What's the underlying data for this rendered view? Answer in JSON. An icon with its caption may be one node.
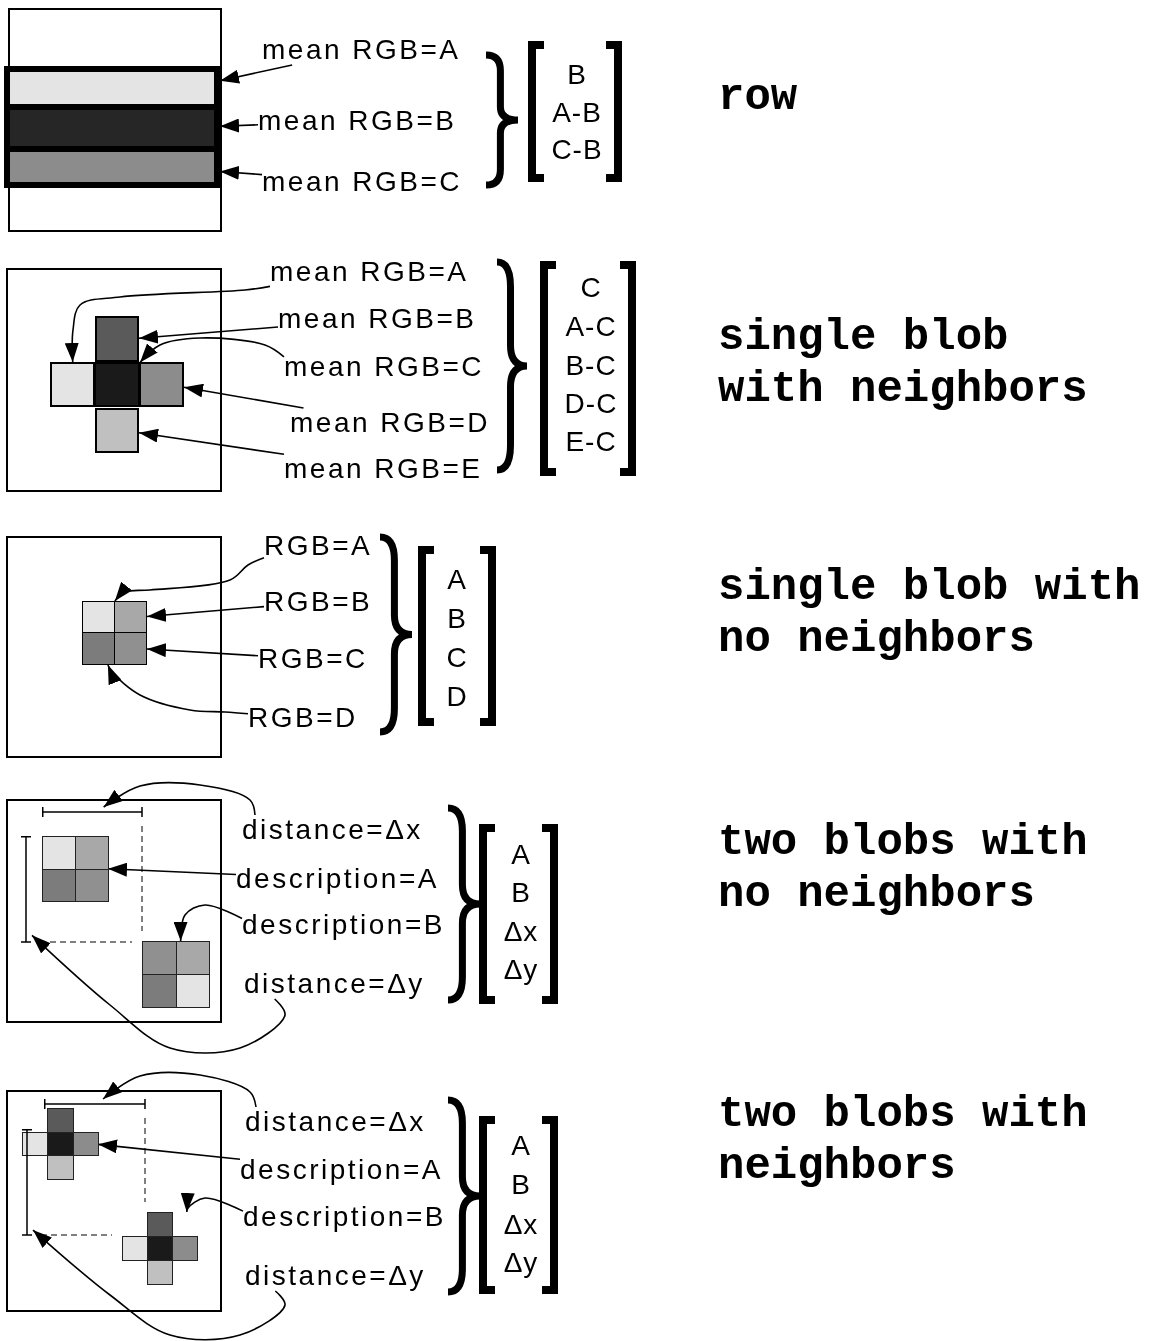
{
  "diagram": {
    "nodes": [
      {
        "text": [],
        "shape": "box"
      },
      {
        "text": [],
        "shape": "bar",
        "in": 0
      },
      {
        "text": [],
        "shape": "bar",
        "in": 0
      },
      {
        "text": [],
        "shape": "bar",
        "in": 0
      },
      {
        "text": [
          "mean RGB=A"
        ]
      },
      {
        "text": [
          "mean RGB=B"
        ]
      },
      {
        "text": [
          "mean RGB=C"
        ]
      },
      {
        "text": [],
        "shape": "box"
      },
      {
        "text": [],
        "shape": "box",
        "in": 7
      },
      {
        "text": [],
        "shape": "box",
        "in": 7
      },
      {
        "text": [],
        "shape": "box",
        "in": 7
      },
      {
        "text": [],
        "shape": "box",
        "in": 7
      },
      {
        "text": [],
        "shape": "box",
        "in": 7
      },
      {
        "text": [
          "mean RGB=A"
        ]
      },
      {
        "text": [
          "mean RGB=B"
        ]
      },
      {
        "text": [
          "mean RGB=C"
        ]
      },
      {
        "text": [
          "mean RGB=D"
        ]
      },
      {
        "text": [
          "mean RGB=E"
        ]
      },
      {
        "text": [],
        "shape": "box"
      },
      {
        "text": [],
        "shape": "box",
        "in": 18
      },
      {
        "text": [],
        "shape": "box",
        "in": 18
      },
      {
        "text": [],
        "shape": "box",
        "in": 18
      },
      {
        "text": [],
        "shape": "box",
        "in": 18
      },
      {
        "text": [
          "RGB=A"
        ]
      },
      {
        "text": [
          "RGB=B"
        ]
      },
      {
        "text": [
          "RGB=C"
        ]
      },
      {
        "text": [
          "RGB=D"
        ]
      },
      {
        "text": [],
        "shape": "box"
      },
      {
        "text": [],
        "shape": "box",
        "in": 27
      },
      {
        "text": [],
        "shape": "box",
        "in": 27
      },
      {
        "text": [
          "distance=Δx"
        ]
      },
      {
        "text": [
          "description=A"
        ]
      },
      {
        "text": [
          "description=B"
        ]
      },
      {
        "text": [
          "distance=Δy"
        ]
      },
      {
        "text": [],
        "shape": "box"
      },
      {
        "text": [],
        "shape": "box",
        "in": 34
      },
      {
        "text": [],
        "shape": "box",
        "in": 34
      },
      {
        "text": [
          "distance=Δx"
        ]
      },
      {
        "text": [
          "description=A"
        ]
      },
      {
        "text": [
          "description=B"
        ]
      },
      {
        "text": [
          "distance=Δy"
        ]
      },
      {
        "text": [],
        "shape": "bar",
        "in": 27
      },
      {
        "text": [],
        "shape": "bar",
        "in": 27
      },
      {
        "text": [],
        "shape": "bar",
        "in": 34
      },
      {
        "text": [],
        "shape": "bar",
        "in": 34
      }
    ],
    "edges": [
      {
        "from": 4,
        "to": 1,
        "arrow": "to"
      },
      {
        "from": 5,
        "to": 2,
        "arrow": "to"
      },
      {
        "from": 6,
        "to": 3,
        "arrow": "to"
      },
      {
        "from": 13,
        "to": 9,
        "arrow": "to"
      },
      {
        "from": 14,
        "to": 8,
        "arrow": "to"
      },
      {
        "from": 15,
        "to": 10,
        "arrow": "to"
      },
      {
        "from": 16,
        "to": 11,
        "arrow": "to"
      },
      {
        "from": 17,
        "to": 12,
        "arrow": "to"
      },
      {
        "from": 23,
        "to": 19,
        "arrow": "to"
      },
      {
        "from": 24,
        "to": 20,
        "arrow": "to"
      },
      {
        "from": 25,
        "to": 22,
        "arrow": "to"
      },
      {
        "from": 26,
        "to": 21,
        "arrow": "to"
      },
      {
        "from": 30,
        "to": 41,
        "arrow": "to"
      },
      {
        "from": 31,
        "to": 28,
        "arrow": "to"
      },
      {
        "from": 32,
        "to": 29,
        "arrow": "to"
      },
      {
        "from": 33,
        "to": 42,
        "arrow": "to"
      },
      {
        "from": 37,
        "to": 43,
        "arrow": "to"
      },
      {
        "from": 38,
        "to": 35,
        "arrow": "to"
      },
      {
        "from": 39,
        "to": 36,
        "arrow": "to"
      },
      {
        "from": 40,
        "to": 44,
        "arrow": "to"
      }
    ],
    "labels": [
      "B",
      "A-B",
      "C-B",
      "row",
      "C",
      "A-C",
      "B-C",
      "D-C",
      "E-C",
      "single blob with neighbors",
      "A",
      "B",
      "C",
      "D",
      "single blob with no neighbors",
      "A",
      "B",
      "Δx",
      "Δy",
      "two blobs with no neighbors",
      "A",
      "B",
      "Δx",
      "Δy",
      "two blobs with neighbors"
    ]
  }
}
